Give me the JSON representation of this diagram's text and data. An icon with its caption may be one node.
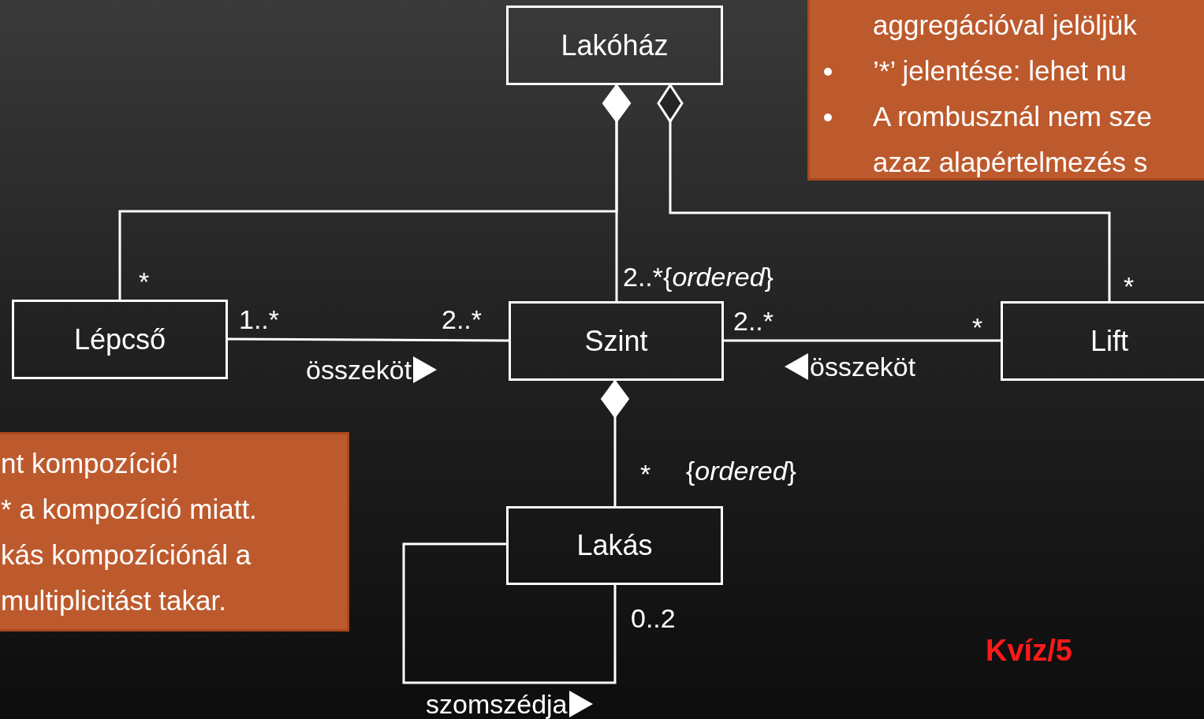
{
  "diagram": {
    "nodes": [
      {
        "text": [
          "Lakóház"
        ]
      },
      {
        "text": [
          "Lépcső"
        ]
      },
      {
        "text": [
          "Szint"
        ]
      },
      {
        "text": [
          "Lift"
        ]
      },
      {
        "text": [
          "Lakás"
        ]
      },
      {
        "text": [
          "aggregációval jelöljük",
          "’*’ jelentése: lehet nu",
          "A rombusznál nem sze azaz alapértelmezés s"
        ]
      },
      {
        "text": [
          "nt kompozíció!",
          "* a kompozíció miatt.",
          "kás kompozíciónál a multiplicitást takar."
        ]
      }
    ],
    "edges": [
      {
        "from": 0,
        "to": 1,
        "arrow": "other"
      },
      {
        "from": 0,
        "to": 2,
        "arrow": "other"
      },
      {
        "from": 0,
        "to": 3,
        "arrow": "other"
      },
      {
        "from": 1,
        "to": 2,
        "arrow": "none",
        "label": "összeköt"
      },
      {
        "from": 2,
        "to": 3,
        "arrow": "none",
        "label": "összeköt"
      },
      {
        "from": 2,
        "to": 4,
        "arrow": "other"
      },
      {
        "from": 4,
        "to": 4,
        "arrow": "none",
        "label": "szomszédja"
      }
    ],
    "labels": [
      "*",
      "2..*{*ordered*}",
      "*",
      "1..*",
      "2..*",
      "2..*",
      "*",
      "*",
      "{*ordered*}",
      "0..2",
      "Kvíz/5"
    ]
  }
}
